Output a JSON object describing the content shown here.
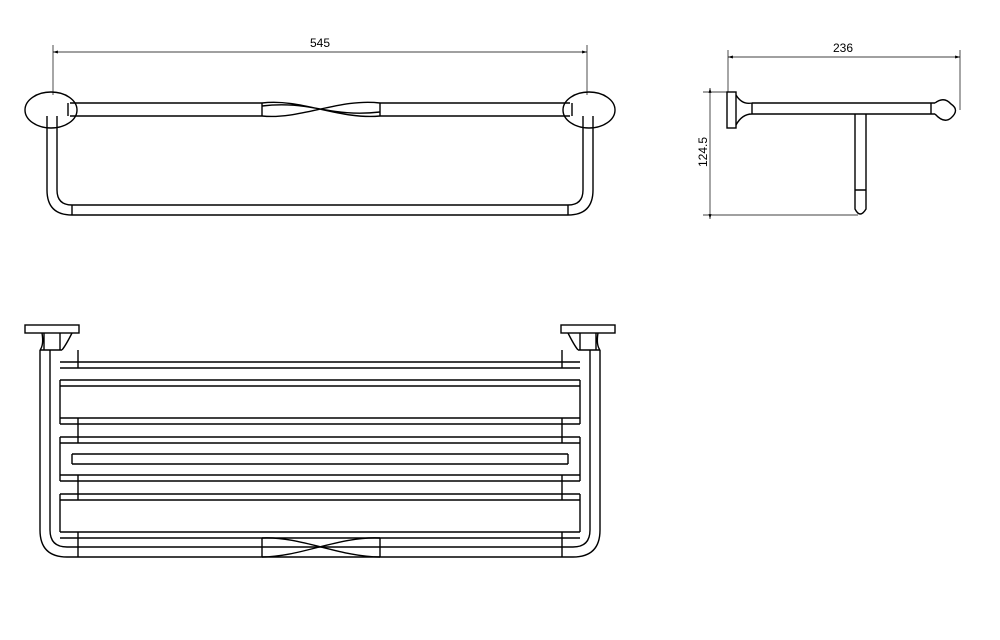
{
  "dimensions": {
    "front_width": "545",
    "side_depth": "236",
    "side_height": "124.5"
  },
  "colors": {
    "line": "#000000",
    "background": "#ffffff"
  }
}
